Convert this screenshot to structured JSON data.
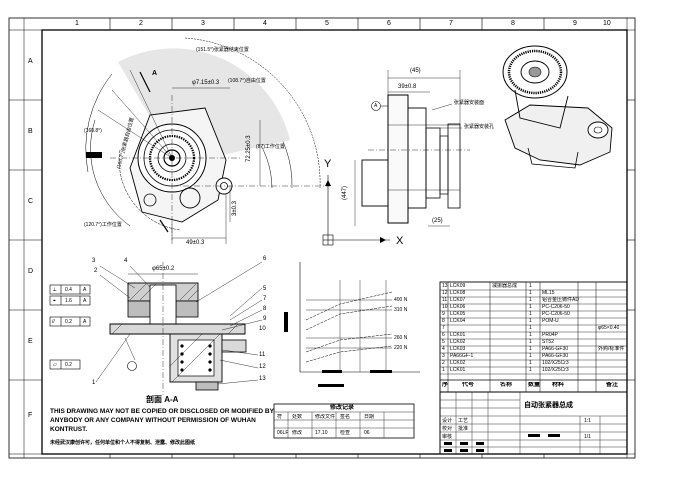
{
  "grid": {
    "cols": [
      "1",
      "2",
      "3",
      "4",
      "5",
      "6",
      "7",
      "8",
      "9",
      "10"
    ],
    "rows": [
      "A",
      "B",
      "C",
      "D",
      "E",
      "F"
    ]
  },
  "front_view": {
    "angles": [
      "(151.5°)张紧器结束位置",
      "(108.7°)自由位置",
      "(87)工作位置",
      "(160.8°)",
      "(120.7°)工作位置",
      "(100.7°)张紧器自由位置"
    ],
    "angle_label": "A",
    "dims": [
      "φ7.15±0.3",
      "72.25±0.3",
      "3±0.3",
      "49±0.3"
    ]
  },
  "side_view": {
    "dims": [
      "(45)",
      "39±0.8",
      "(447)",
      "(25)"
    ],
    "datum": "A",
    "notes": [
      "张紧器安装面",
      "张紧器安装孔"
    ]
  },
  "axes": {
    "y": "Y",
    "x": "X"
  },
  "section": {
    "title": "剖面 A-A",
    "dim": "φ65±0.2",
    "balloons": [
      "1",
      "2",
      "3",
      "4",
      "5",
      "6",
      "7",
      "8",
      "9",
      "10",
      "11",
      "12",
      "13"
    ],
    "gdt": [
      {
        "symbol": "⟂",
        "value": "0.4",
        "datum": "A"
      },
      {
        "symbol": "⌖",
        "value": "1.6",
        "datum": "A"
      },
      {
        "symbol": "//",
        "value": "0.2",
        "datum": "A"
      },
      {
        "symbol": "▱",
        "value": "0.2",
        "datum": ""
      }
    ]
  },
  "graph": {
    "labels": [
      "400 N",
      "310 N",
      "260 N",
      "220 N"
    ]
  },
  "notes": [
    "THIS DRAWING MAY NOT BE COPIED OR DISCLOSED OR MODIFIED BY",
    "ANYBODY OR ANY COMPANY WITHOUT PERMISSION OF WUHAN",
    "KONTRUST.",
    "未经武汉康创许可，任何单位和个人不得复制、泄露、修改此图纸"
  ],
  "bom": {
    "header": [
      "序",
      "代号",
      "名称",
      "数量",
      "材料",
      "",
      "备注"
    ],
    "rows": [
      [
        "13",
        "LCK09",
        "减振器总成",
        "1",
        "",
        "",
        ""
      ],
      [
        "12",
        "LCK08",
        "",
        "1",
        "ML15",
        "",
        ""
      ],
      [
        "11",
        "LCK07",
        "",
        "1",
        "铝合金压铸件ADC12",
        "",
        ""
      ],
      [
        "10",
        "LCK06",
        "",
        "1",
        "PC-C206-50",
        "",
        ""
      ],
      [
        "9",
        "LCK05",
        "",
        "1",
        "PC-C206-50",
        "",
        ""
      ],
      [
        "8",
        "LCK04",
        "",
        "1",
        "POM-U",
        "",
        ""
      ],
      [
        "7",
        "",
        "",
        "1",
        "",
        "",
        "φ65×0.40"
      ],
      [
        "6",
        "LCK01",
        "",
        "1",
        "PR04P",
        "",
        ""
      ],
      [
        "5",
        "LCK02",
        "",
        "1",
        "ST52",
        "",
        ""
      ],
      [
        "4",
        "LCK03",
        "",
        "1",
        "PA66-GF30",
        "",
        "外购/标准件"
      ],
      [
        "3",
        "PA66GF-1",
        "",
        "1",
        "PA66-GF30",
        "",
        ""
      ],
      [
        "2",
        "LCK02",
        "",
        "1",
        "102/X25Cr3",
        "",
        ""
      ],
      [
        "1",
        "LCK01",
        "",
        "1",
        "102/X25Cr3",
        "",
        ""
      ]
    ]
  },
  "title_block": {
    "product_name": "自动张紧器总成",
    "sheet": "1:1",
    "scale": "1/1",
    "signatures": [
      "设计",
      "校对",
      "审核",
      "工艺",
      "批准"
    ]
  },
  "revision_table": {
    "title": "修改记录",
    "header": [
      "符",
      "处数",
      "修改文件",
      "签名",
      "日期"
    ],
    "row": [
      "06LF",
      "修改",
      "17.10",
      "检查",
      "06"
    ]
  }
}
